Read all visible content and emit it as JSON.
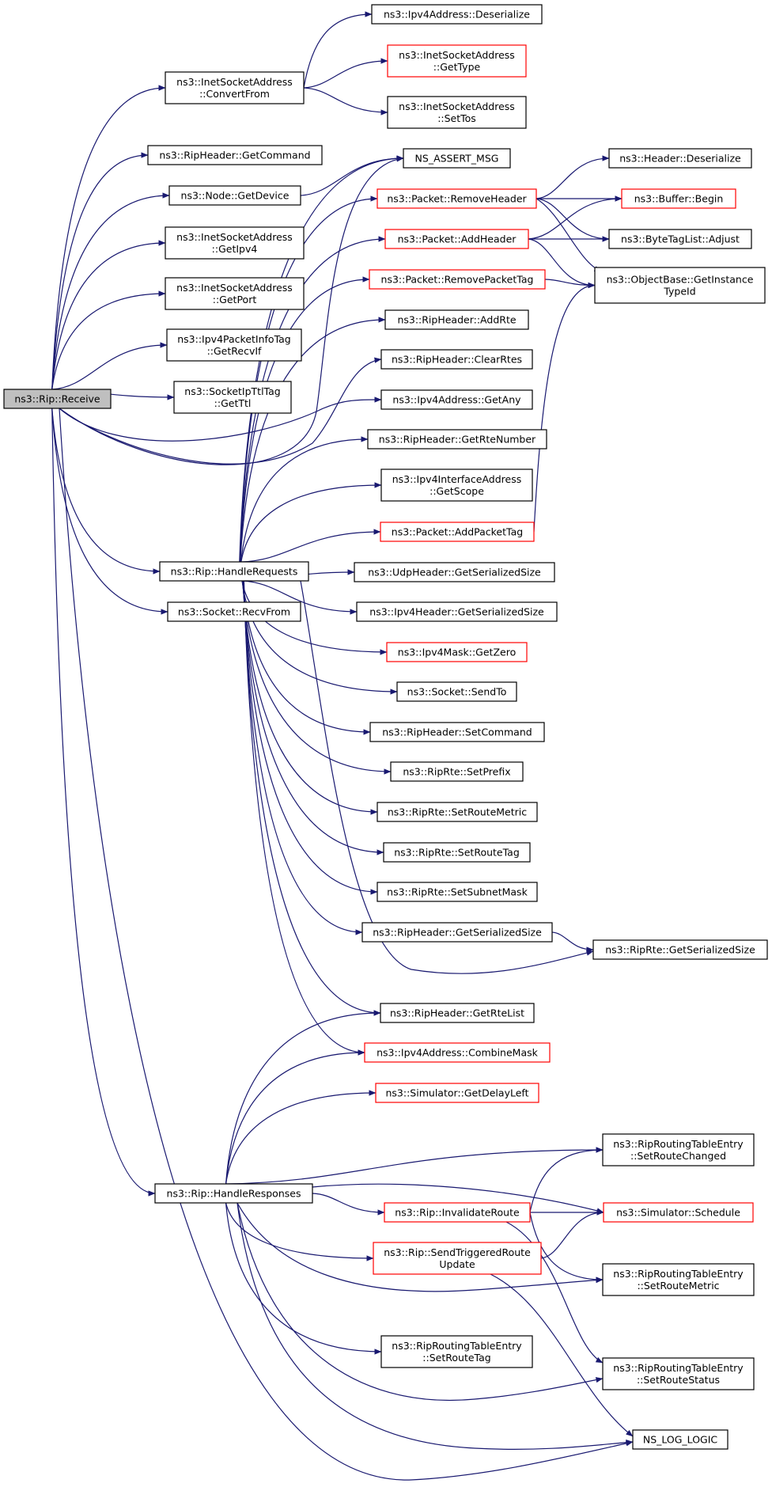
{
  "colors": {
    "edge": "#191970",
    "border_normal": "#000000",
    "border_truncated": "#ff0000",
    "root_fill": "#bfbfbf",
    "node_fill": "#ffffff"
  },
  "nodes": [
    {
      "id": "receive",
      "lines": [
        "ns3::Rip::Receive"
      ],
      "style": "root"
    },
    {
      "id": "convertfrom",
      "lines": [
        "ns3::InetSocketAddress",
        "::ConvertFrom"
      ],
      "style": "normal"
    },
    {
      "id": "getcommand",
      "lines": [
        "ns3::RipHeader::GetCommand"
      ],
      "style": "normal"
    },
    {
      "id": "getdevice",
      "lines": [
        "ns3::Node::GetDevice"
      ],
      "style": "normal"
    },
    {
      "id": "getipv4",
      "lines": [
        "ns3::InetSocketAddress",
        "::GetIpv4"
      ],
      "style": "normal"
    },
    {
      "id": "getport",
      "lines": [
        "ns3::InetSocketAddress",
        "::GetPort"
      ],
      "style": "normal"
    },
    {
      "id": "getrecvif",
      "lines": [
        "ns3::Ipv4PacketInfoTag",
        "::GetRecvIf"
      ],
      "style": "normal"
    },
    {
      "id": "getttl",
      "lines": [
        "ns3::SocketIpTtlTag",
        "::GetTtl"
      ],
      "style": "normal"
    },
    {
      "id": "handlerequests",
      "lines": [
        "ns3::Rip::HandleRequests"
      ],
      "style": "normal"
    },
    {
      "id": "recvfrom",
      "lines": [
        "ns3::Socket::RecvFrom"
      ],
      "style": "normal"
    },
    {
      "id": "handleresponses",
      "lines": [
        "ns3::Rip::HandleResponses"
      ],
      "style": "normal"
    },
    {
      "id": "ipv4deser",
      "lines": [
        "ns3::Ipv4Address::Deserialize"
      ],
      "style": "normal"
    },
    {
      "id": "isa_gettype",
      "lines": [
        "ns3::InetSocketAddress",
        "::GetType"
      ],
      "style": "truncated"
    },
    {
      "id": "isa_settos",
      "lines": [
        "ns3::InetSocketAddress",
        "::SetTos"
      ],
      "style": "normal"
    },
    {
      "id": "ns_assert",
      "lines": [
        "NS_ASSERT_MSG"
      ],
      "style": "normal"
    },
    {
      "id": "removeheader",
      "lines": [
        "ns3::Packet::RemoveHeader"
      ],
      "style": "truncated"
    },
    {
      "id": "addheader",
      "lines": [
        "ns3::Packet::AddHeader"
      ],
      "style": "truncated"
    },
    {
      "id": "removepackettag",
      "lines": [
        "ns3::Packet::RemovePacketTag"
      ],
      "style": "truncated"
    },
    {
      "id": "addrte",
      "lines": [
        "ns3::RipHeader::AddRte"
      ],
      "style": "normal"
    },
    {
      "id": "clearrtes",
      "lines": [
        "ns3::RipHeader::ClearRtes"
      ],
      "style": "normal"
    },
    {
      "id": "getany",
      "lines": [
        "ns3::Ipv4Address::GetAny"
      ],
      "style": "normal"
    },
    {
      "id": "getrtenumber",
      "lines": [
        "ns3::RipHeader::GetRteNumber"
      ],
      "style": "normal"
    },
    {
      "id": "getscope",
      "lines": [
        "ns3::Ipv4InterfaceAddress",
        "::GetScope"
      ],
      "style": "normal"
    },
    {
      "id": "addpackettag",
      "lines": [
        "ns3::Packet::AddPacketTag"
      ],
      "style": "truncated"
    },
    {
      "id": "udpsize",
      "lines": [
        "ns3::UdpHeader::GetSerializedSize"
      ],
      "style": "normal"
    },
    {
      "id": "ipv4hsize",
      "lines": [
        "ns3::Ipv4Header::GetSerializedSize"
      ],
      "style": "normal"
    },
    {
      "id": "getzero",
      "lines": [
        "ns3::Ipv4Mask::GetZero"
      ],
      "style": "truncated"
    },
    {
      "id": "sendto",
      "lines": [
        "ns3::Socket::SendTo"
      ],
      "style": "normal"
    },
    {
      "id": "setcommand",
      "lines": [
        "ns3::RipHeader::SetCommand"
      ],
      "style": "normal"
    },
    {
      "id": "setprefix",
      "lines": [
        "ns3::RipRte::SetPrefix"
      ],
      "style": "normal"
    },
    {
      "id": "rte_setroutemetric",
      "lines": [
        "ns3::RipRte::SetRouteMetric"
      ],
      "style": "normal"
    },
    {
      "id": "rte_setroutetag",
      "lines": [
        "ns3::RipRte::SetRouteTag"
      ],
      "style": "normal"
    },
    {
      "id": "setsubnetmask",
      "lines": [
        "ns3::RipRte::SetSubnetMask"
      ],
      "style": "normal"
    },
    {
      "id": "riphsize",
      "lines": [
        "ns3::RipHeader::GetSerializedSize"
      ],
      "style": "normal"
    },
    {
      "id": "getrtelist",
      "lines": [
        "ns3::RipHeader::GetRteList"
      ],
      "style": "normal"
    },
    {
      "id": "combinemask",
      "lines": [
        "ns3::Ipv4Address::CombineMask"
      ],
      "style": "truncated"
    },
    {
      "id": "getdelayleft",
      "lines": [
        "ns3::Simulator::GetDelayLeft"
      ],
      "style": "truncated"
    },
    {
      "id": "invalidateroute",
      "lines": [
        "ns3::Rip::InvalidateRoute"
      ],
      "style": "truncated"
    },
    {
      "id": "sendtriggered",
      "lines": [
        "ns3::Rip::SendTriggeredRoute",
        "Update"
      ],
      "style": "truncated"
    },
    {
      "id": "rrte_setroutetag",
      "lines": [
        "ns3::RipRoutingTableEntry",
        "::SetRouteTag"
      ],
      "style": "normal"
    },
    {
      "id": "headerdeser",
      "lines": [
        "ns3::Header::Deserialize"
      ],
      "style": "normal"
    },
    {
      "id": "bufferbegin",
      "lines": [
        "ns3::Buffer::Begin"
      ],
      "style": "truncated"
    },
    {
      "id": "adjust",
      "lines": [
        "ns3::ByteTagList::Adjust"
      ],
      "style": "normal"
    },
    {
      "id": "getinstancetypeid",
      "lines": [
        "ns3::ObjectBase::GetInstance",
        "TypeId"
      ],
      "style": "normal"
    },
    {
      "id": "rte_getsersize",
      "lines": [
        "ns3::RipRte::GetSerializedSize"
      ],
      "style": "normal"
    },
    {
      "id": "setroutechanged",
      "lines": [
        "ns3::RipRoutingTableEntry",
        "::SetRouteChanged"
      ],
      "style": "normal"
    },
    {
      "id": "schedule",
      "lines": [
        "ns3::Simulator::Schedule"
      ],
      "style": "truncated"
    },
    {
      "id": "rrte_setroutemetric",
      "lines": [
        "ns3::RipRoutingTableEntry",
        "::SetRouteMetric"
      ],
      "style": "normal"
    },
    {
      "id": "rrte_setroutestatus",
      "lines": [
        "ns3::RipRoutingTableEntry",
        "::SetRouteStatus"
      ],
      "style": "normal"
    },
    {
      "id": "nslog",
      "lines": [
        "NS_LOG_LOGIC"
      ],
      "style": "normal"
    }
  ],
  "edges": [
    [
      "receive",
      "convertfrom"
    ],
    [
      "receive",
      "getcommand"
    ],
    [
      "receive",
      "getdevice"
    ],
    [
      "receive",
      "getipv4"
    ],
    [
      "receive",
      "getport"
    ],
    [
      "receive",
      "getrecvif"
    ],
    [
      "receive",
      "getttl"
    ],
    [
      "receive",
      "handlerequests"
    ],
    [
      "receive",
      "recvfrom"
    ],
    [
      "receive",
      "handleresponses"
    ],
    [
      "receive",
      "ns_assert"
    ],
    [
      "receive",
      "clearrtes"
    ],
    [
      "receive",
      "getany"
    ],
    [
      "receive",
      "nslog"
    ],
    [
      "convertfrom",
      "ipv4deser"
    ],
    [
      "convertfrom",
      "isa_gettype"
    ],
    [
      "convertfrom",
      "isa_settos"
    ],
    [
      "getdevice",
      "ns_assert"
    ],
    [
      "handlerequests",
      "ns_assert"
    ],
    [
      "handlerequests",
      "removeheader"
    ],
    [
      "handlerequests",
      "addheader"
    ],
    [
      "handlerequests",
      "removepackettag"
    ],
    [
      "handlerequests",
      "addrte"
    ],
    [
      "handlerequests",
      "getrtenumber"
    ],
    [
      "handlerequests",
      "getscope"
    ],
    [
      "handlerequests",
      "addpackettag"
    ],
    [
      "handlerequests",
      "udpsize"
    ],
    [
      "handlerequests",
      "ipv4hsize"
    ],
    [
      "handlerequests",
      "getzero"
    ],
    [
      "handlerequests",
      "sendto"
    ],
    [
      "handlerequests",
      "setcommand"
    ],
    [
      "handlerequests",
      "setprefix"
    ],
    [
      "handlerequests",
      "rte_setroutemetric"
    ],
    [
      "handlerequests",
      "rte_setroutetag"
    ],
    [
      "handlerequests",
      "setsubnetmask"
    ],
    [
      "handlerequests",
      "riphsize"
    ],
    [
      "handlerequests",
      "rte_getsersize"
    ],
    [
      "handlerequests",
      "getrtelist"
    ],
    [
      "handlerequests",
      "combinemask"
    ],
    [
      "handleresponses",
      "getrtelist"
    ],
    [
      "handleresponses",
      "combinemask"
    ],
    [
      "handleresponses",
      "getdelayleft"
    ],
    [
      "handleresponses",
      "invalidateroute"
    ],
    [
      "handleresponses",
      "sendtriggered"
    ],
    [
      "handleresponses",
      "rrte_setroutetag"
    ],
    [
      "handleresponses",
      "setroutechanged"
    ],
    [
      "handleresponses",
      "schedule"
    ],
    [
      "handleresponses",
      "rrte_setroutemetric"
    ],
    [
      "handleresponses",
      "rrte_setroutestatus"
    ],
    [
      "handleresponses",
      "nslog"
    ],
    [
      "removeheader",
      "headerdeser"
    ],
    [
      "removeheader",
      "bufferbegin"
    ],
    [
      "removeheader",
      "adjust"
    ],
    [
      "removeheader",
      "getinstancetypeid"
    ],
    [
      "addheader",
      "bufferbegin"
    ],
    [
      "addheader",
      "adjust"
    ],
    [
      "addheader",
      "getinstancetypeid"
    ],
    [
      "removepackettag",
      "getinstancetypeid"
    ],
    [
      "addpackettag",
      "getinstancetypeid"
    ],
    [
      "riphsize",
      "rte_getsersize"
    ],
    [
      "invalidateroute",
      "setroutechanged"
    ],
    [
      "invalidateroute",
      "schedule"
    ],
    [
      "invalidateroute",
      "rrte_setroutemetric"
    ],
    [
      "invalidateroute",
      "rrte_setroutestatus"
    ],
    [
      "sendtriggered",
      "schedule"
    ],
    [
      "sendtriggered",
      "nslog"
    ]
  ]
}
